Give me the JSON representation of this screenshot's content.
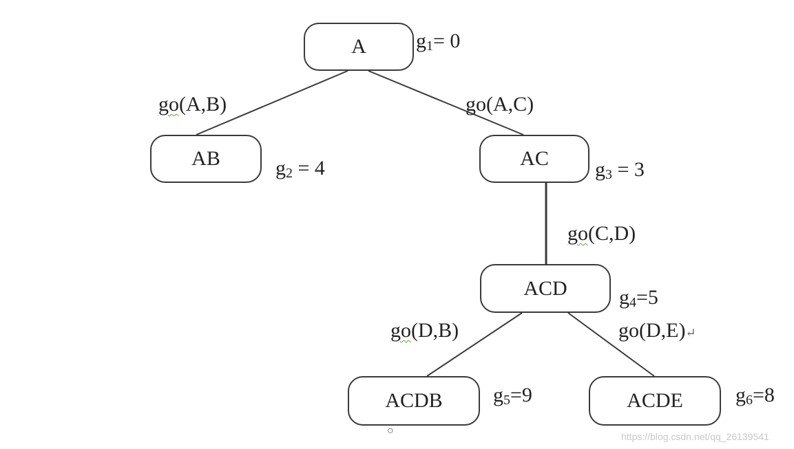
{
  "nodes": {
    "a": "A",
    "ab": "AB",
    "ac": "AC",
    "acd": "ACD",
    "acdb": "ACDB",
    "acde": "ACDE"
  },
  "costs": {
    "g1": {
      "letter": "g",
      "sub": "1",
      "rest": "= 0"
    },
    "g2": {
      "letter": "g",
      "sub": "2",
      "rest": " = 4"
    },
    "g3": {
      "letter": "g",
      "sub": "3",
      "rest": " = 3"
    },
    "g4": {
      "letter": "g",
      "sub": "4",
      "rest": "=5"
    },
    "g5": {
      "letter": "g",
      "sub": "5",
      "rest": "=9"
    },
    "g6": {
      "letter": "g",
      "sub": "6",
      "rest": "=8"
    }
  },
  "edges": {
    "a_b": {
      "fn": "go",
      "args": "(A,B)"
    },
    "a_c": {
      "fn": "go",
      "args": "(A,C)"
    },
    "c_d": {
      "fn": "go",
      "args": "(C,D)"
    },
    "d_b": {
      "fn": "go",
      "args": "(D,B)"
    },
    "d_e": {
      "fn": "go",
      "args": "(D,E)"
    }
  },
  "watermark": "https://blog.csdn.net/qq_26139541",
  "colors": {
    "line": "#3a3a3a",
    "squiggle": "#5aa832",
    "watermark": "#c8c8c8"
  }
}
